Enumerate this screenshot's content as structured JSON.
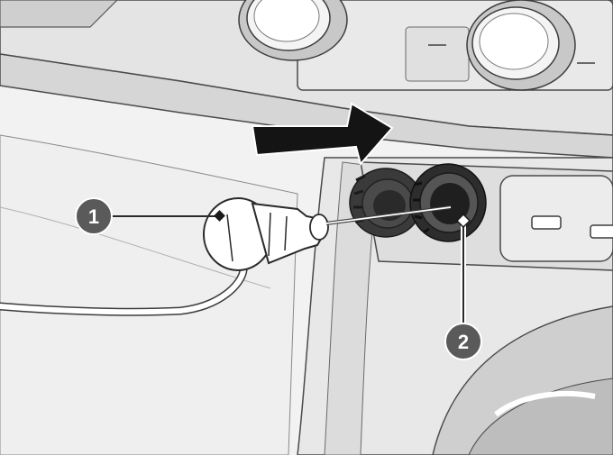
{
  "callouts": [
    {
      "label": "1",
      "refers_to": "plug"
    },
    {
      "label": "2",
      "refers_to": "socket"
    }
  ],
  "arrow": {
    "direction": "insert-right"
  },
  "colors": {
    "background": "#ffffff",
    "panel_light": "#e6e6e6",
    "panel_mid": "#d4d4d4",
    "panel_dark": "#bdbdbd",
    "line": "#3c3c3c",
    "callout_fill": "#5a5a5a",
    "socket_dark": "#2a2a2a",
    "arrow": "#141414"
  }
}
